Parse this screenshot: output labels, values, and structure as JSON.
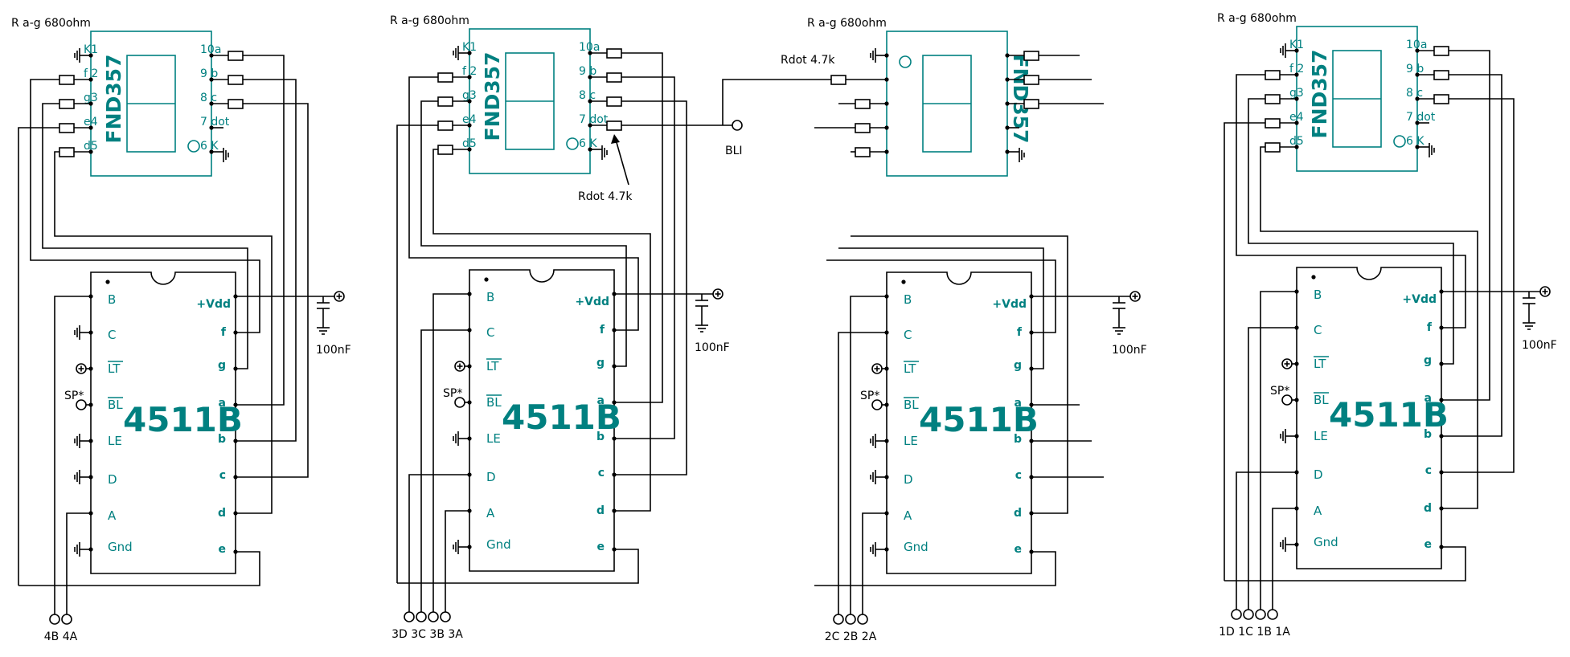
{
  "colors": {
    "component": "#008080",
    "wire": "#000000",
    "background": "#ffffff"
  },
  "fnd": {
    "part": "FND357",
    "left_pins": [
      "K1",
      "f 2",
      "g3",
      "e4",
      "d5"
    ],
    "right_pins": [
      "10a",
      "9 b",
      "8 c",
      "7 dot",
      "6 K"
    ]
  },
  "ic": {
    "part": "4511B",
    "left_pins": [
      "B",
      "C",
      "LT",
      "BL",
      "LE",
      "D",
      "A",
      "Gnd"
    ],
    "right_pins": [
      "+Vdd",
      "f",
      "g",
      "a",
      "b",
      "c",
      "d",
      "e"
    ],
    "overlined_pins": [
      "LT",
      "BL"
    ]
  },
  "capacitor_label": "100nF",
  "sp_label": "SP*",
  "panels": [
    {
      "title": "R a-g 680ohm",
      "inputs": [
        "B",
        "A"
      ],
      "input_labels": "4B 4A"
    },
    {
      "title": "R a-g 680ohm",
      "inputs": [
        "D",
        "C",
        "B",
        "A"
      ],
      "input_labels": "3D 3C 3B 3A"
    },
    {
      "title": "R a-g 680ohm",
      "inputs": [
        "C",
        "B",
        "A"
      ],
      "input_labels": "2C 2B 2A"
    },
    {
      "title": "R a-g 680ohm",
      "inputs": [
        "D",
        "C",
        "B",
        "A"
      ],
      "input_labels": "1D 1C 1B 1A"
    }
  ],
  "annotations": {
    "rdot_panel2": "Rdot 4.7k",
    "bli": "BLI",
    "rdot_panel3": "Rdot 4.7k"
  },
  "icons": {
    "supply": "circled-plus-icon",
    "ground": "ground-icon",
    "terminal": "open-circle-terminal-icon"
  }
}
